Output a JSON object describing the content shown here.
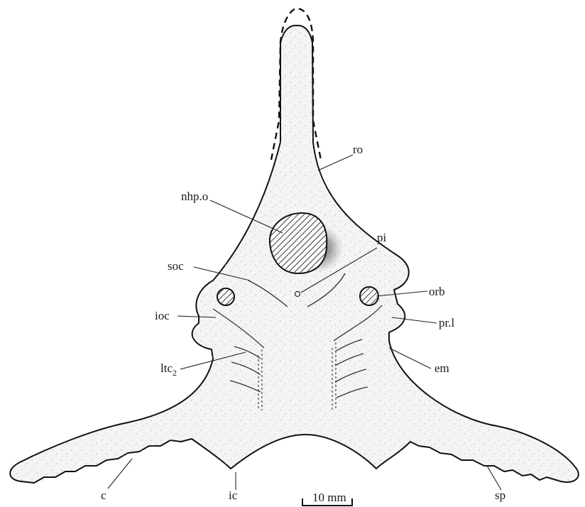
{
  "labels": {
    "ro": "ro",
    "nhp_o": "nhp.o",
    "pi": "pi",
    "soc": "soc",
    "orb": "orb",
    "ioc": "ioc",
    "pr_l": "pr.l",
    "ltc_base": "ltc",
    "ltc_sub": "2",
    "em": "em",
    "c": "c",
    "ic": "ic",
    "sp": "sp"
  },
  "scale_bar": {
    "label": "10 mm"
  }
}
